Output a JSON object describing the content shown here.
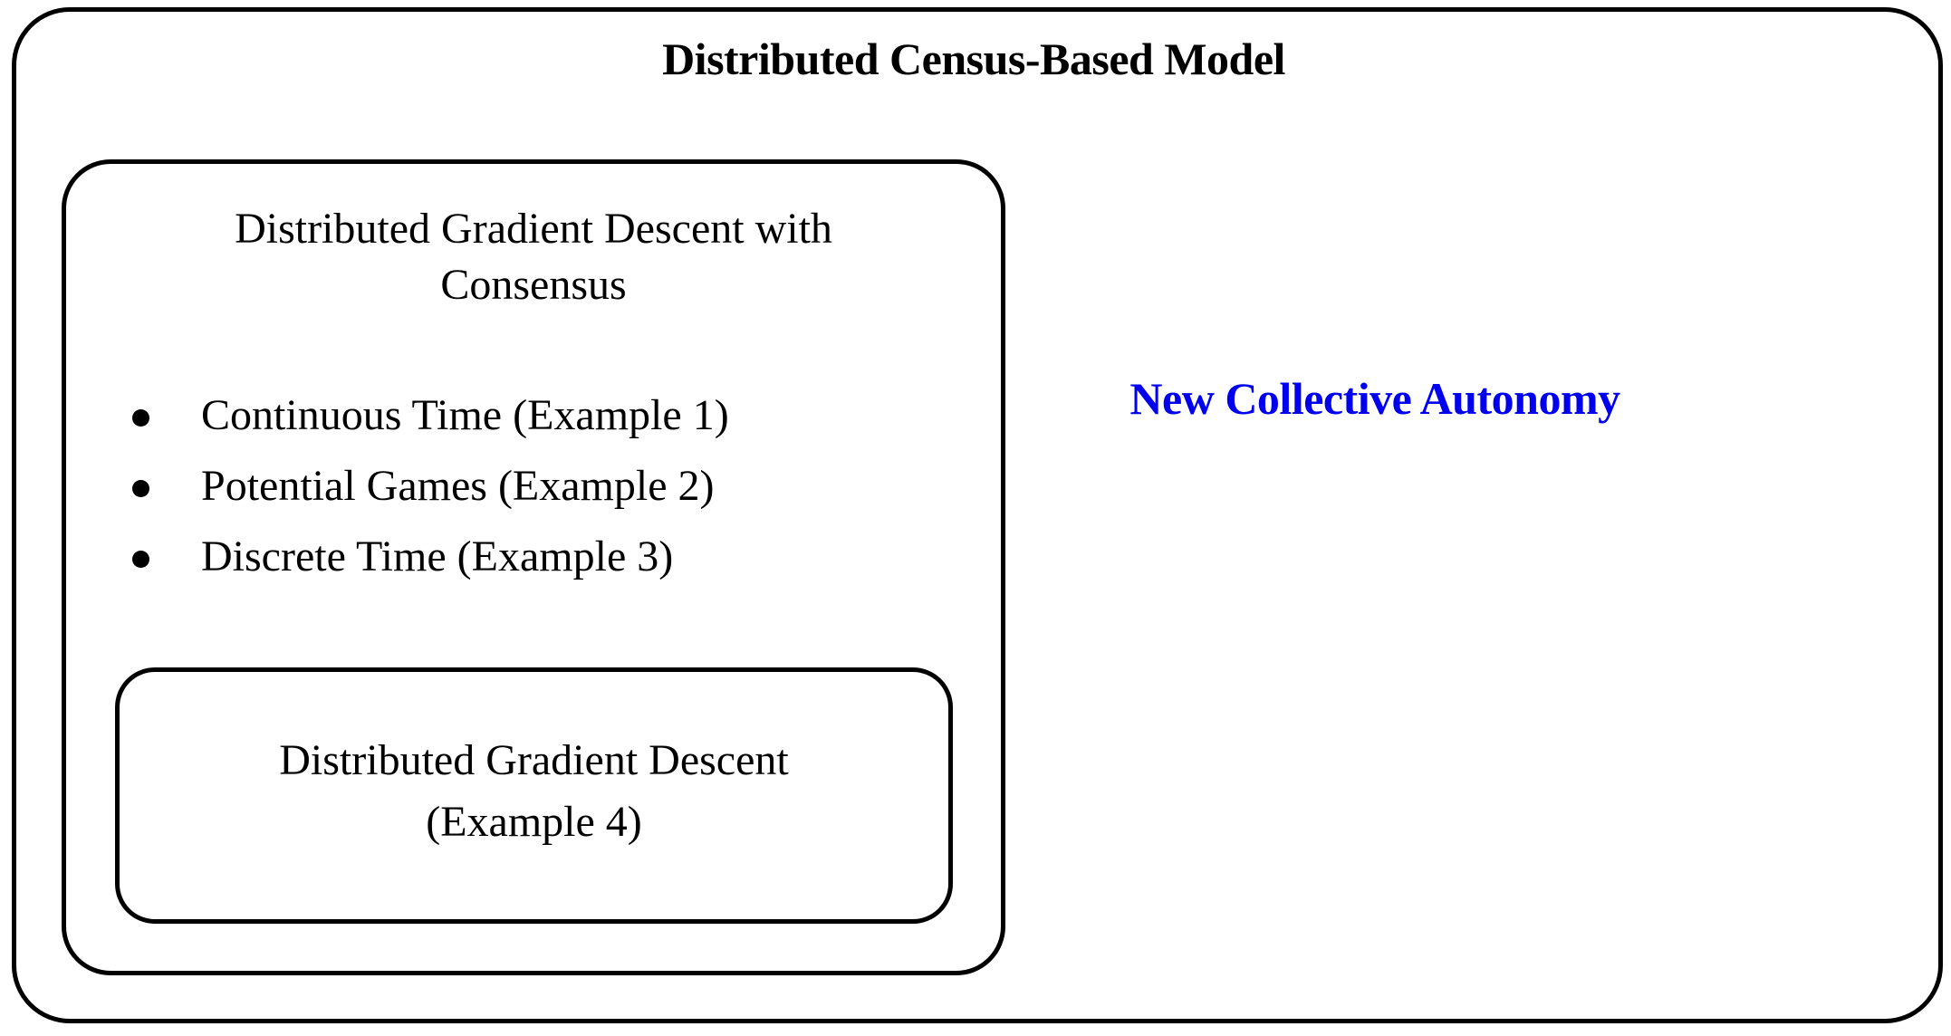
{
  "diagram": {
    "outer": {
      "title": "Distributed Census-Based Model",
      "border_color": "#000000"
    },
    "middle": {
      "heading_line1": "Distributed Gradient Descent with",
      "heading_line2": "Consensus",
      "bullets": [
        "Continuous Time (Example 1)",
        "Potential Games (Example 2)",
        "Discrete Time (Example 3)"
      ]
    },
    "inner": {
      "line1": "Distributed Gradient Descent",
      "line2": "(Example 4)"
    },
    "highlight": {
      "label": "New Collective Autonomy",
      "color": "#0000ee"
    }
  }
}
